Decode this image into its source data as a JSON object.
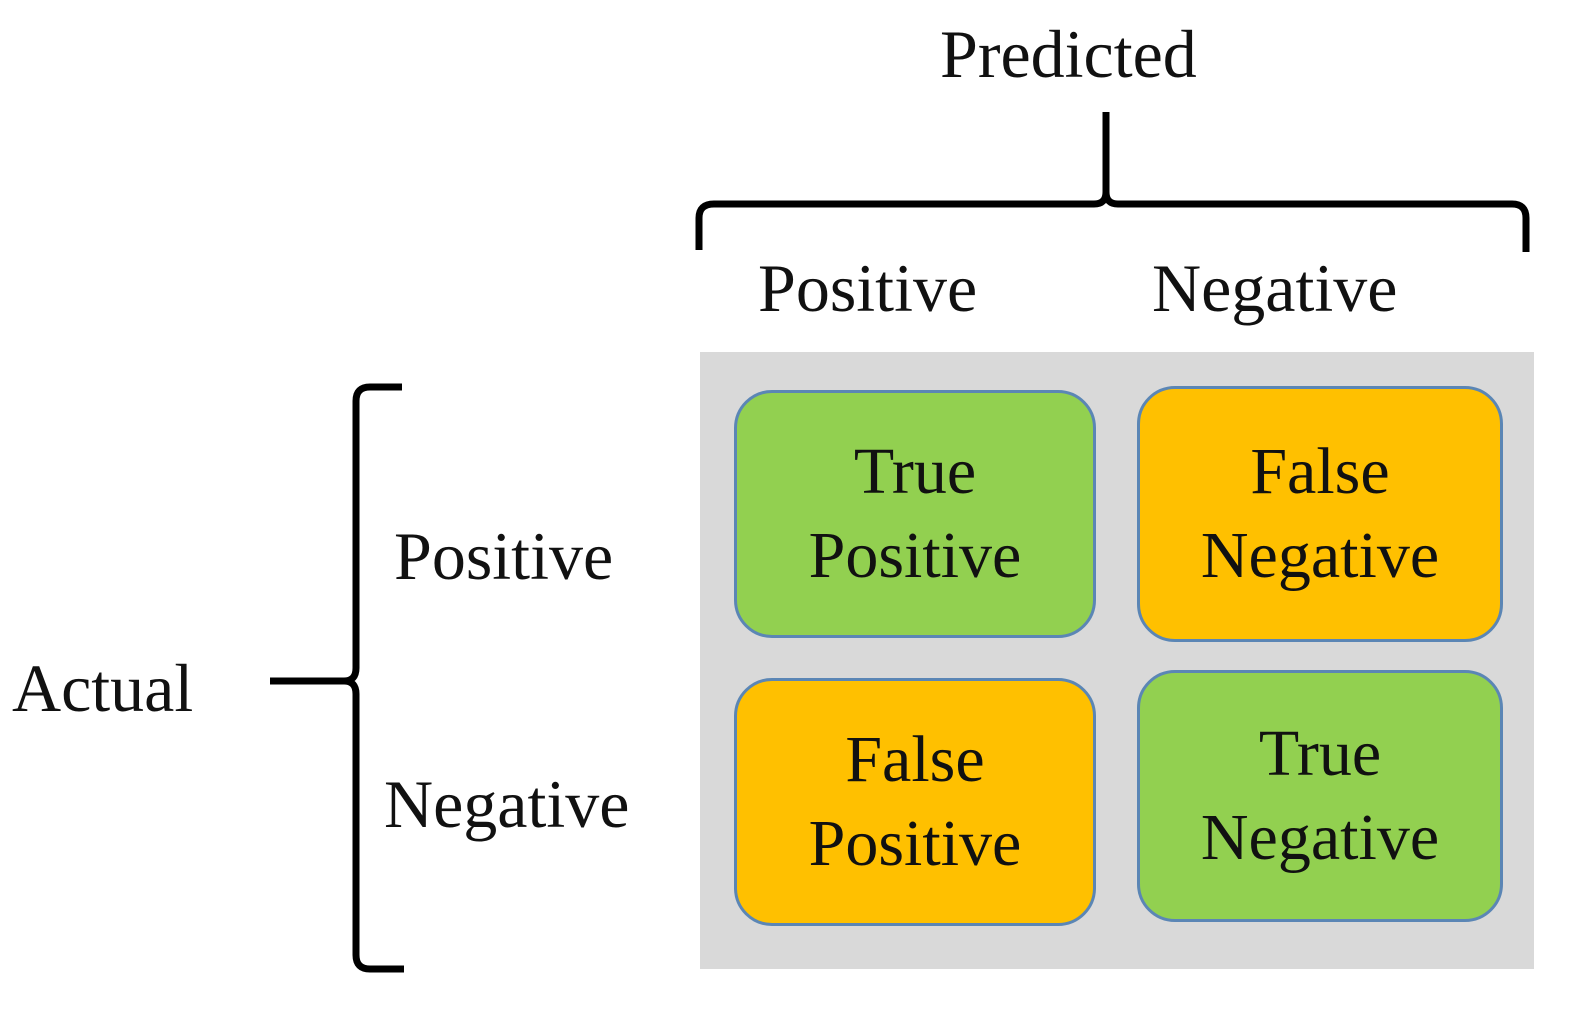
{
  "predicted": {
    "title": "Predicted",
    "columns": [
      "Positive",
      "Negative"
    ]
  },
  "actual": {
    "title": "Actual",
    "rows": [
      "Positive",
      "Negative"
    ]
  },
  "cells": {
    "tp": {
      "line1": "True",
      "line2": "Positive",
      "color": "#92d050"
    },
    "fn": {
      "line1": "False",
      "line2": "Negative",
      "color": "#ffc000"
    },
    "fp": {
      "line1": "False",
      "line2": "Positive",
      "color": "#ffc000"
    },
    "tn": {
      "line1": "True",
      "line2": "Negative",
      "color": "#92d050"
    }
  },
  "colors": {
    "matrix_background": "#d9d9d9",
    "cell_border": "#5b86b5"
  }
}
